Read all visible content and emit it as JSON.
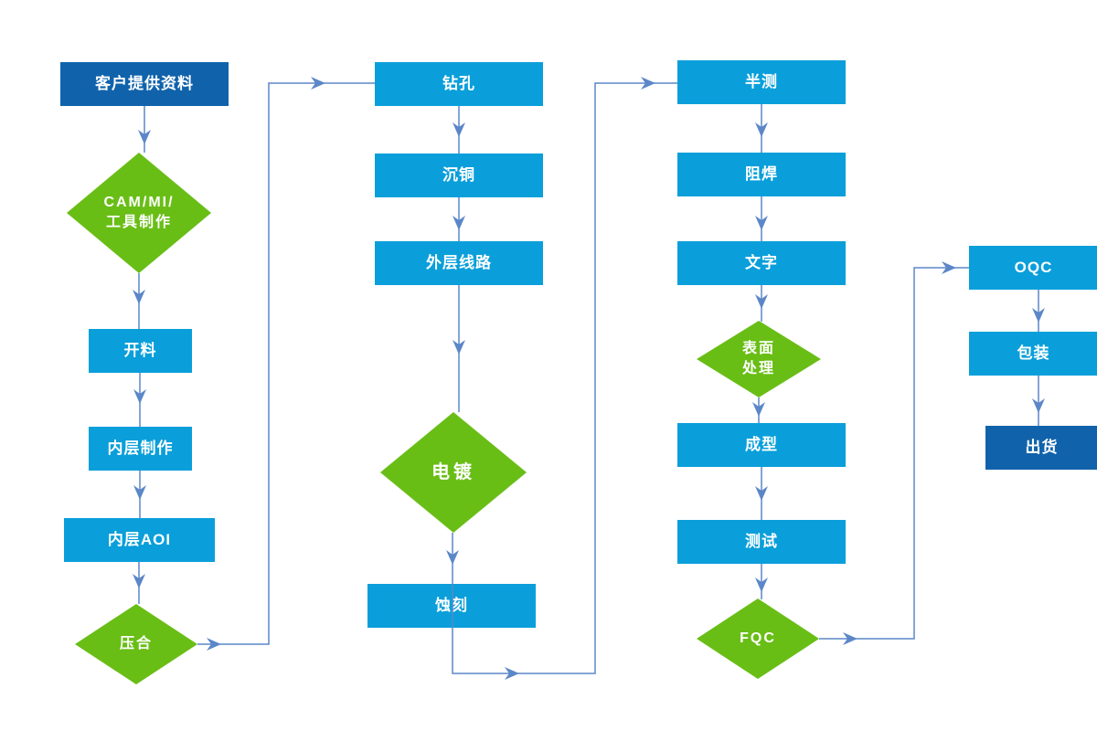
{
  "flowchart": {
    "palette": {
      "process_fill": "#0a9fda",
      "terminal_fill": "#1063ab",
      "decision_fill": "#69be16",
      "connector_color": "#5b87c8",
      "label_color": "#ffffff"
    },
    "nodes": [
      {
        "id": "customer-data",
        "label": "客户提供资料",
        "type": "terminal"
      },
      {
        "id": "cam-mi-tooling",
        "label": "CAM/MI/\n工具制作",
        "type": "decision"
      },
      {
        "id": "cutting",
        "label": "开料",
        "type": "process"
      },
      {
        "id": "inner-layer-fab",
        "label": "内层制作",
        "type": "process"
      },
      {
        "id": "inner-layer-aoi",
        "label": "内层AOI",
        "type": "process"
      },
      {
        "id": "lamination",
        "label": "压合",
        "type": "decision"
      },
      {
        "id": "drilling",
        "label": "钻孔",
        "type": "process"
      },
      {
        "id": "copper-deposition",
        "label": "沉铜",
        "type": "process"
      },
      {
        "id": "outer-layer-circuit",
        "label": "外层线路",
        "type": "process"
      },
      {
        "id": "plating",
        "label": "电镀",
        "type": "decision"
      },
      {
        "id": "etching",
        "label": "蚀刻",
        "type": "process"
      },
      {
        "id": "half-test",
        "label": "半测",
        "type": "process"
      },
      {
        "id": "solder-mask",
        "label": "阻焊",
        "type": "process"
      },
      {
        "id": "silkscreen",
        "label": "文字",
        "type": "process"
      },
      {
        "id": "surface-finish",
        "label": "表面\n处理",
        "type": "decision"
      },
      {
        "id": "forming",
        "label": "成型",
        "type": "process"
      },
      {
        "id": "testing",
        "label": "测试",
        "type": "process"
      },
      {
        "id": "fqc",
        "label": "FQC",
        "type": "decision"
      },
      {
        "id": "oqc",
        "label": "OQC",
        "type": "process"
      },
      {
        "id": "packing",
        "label": "包装",
        "type": "process"
      },
      {
        "id": "shipping",
        "label": "出货",
        "type": "terminal"
      }
    ]
  }
}
